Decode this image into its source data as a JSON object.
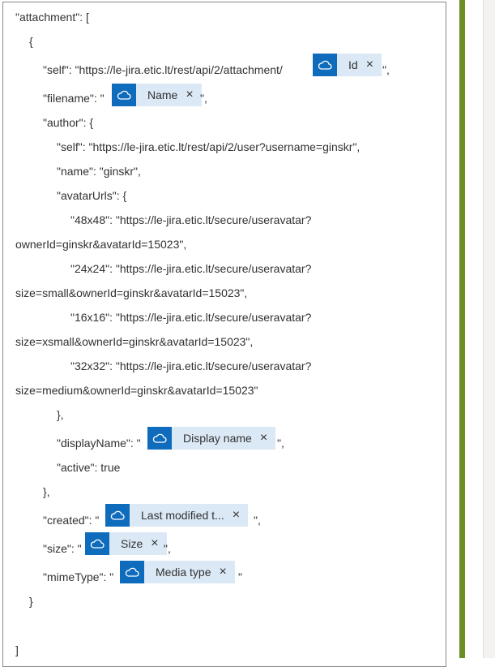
{
  "lines": {
    "l1": "\"attachment\": [",
    "l2": "{",
    "l3a": "\"self\": \"https://le-jira.etic.lt/rest/api/2/attachment/",
    "l3b": "\",",
    "l4a": "\"filename\": \"",
    "l4b": "\",",
    "l5": "\"author\": {",
    "l6": "\"self\": \"https://le-jira.etic.lt/rest/api/2/user?username=ginskr\",",
    "l7": "\"name\": \"ginskr\",",
    "l8": "\"avatarUrls\": {",
    "l9": "\"48x48\": \"https://le-jira.etic.lt/secure/useravatar?",
    "l10": "ownerId=ginskr&avatarId=15023\",",
    "l11": "\"24x24\": \"https://le-jira.etic.lt/secure/useravatar?",
    "l12": "size=small&ownerId=ginskr&avatarId=15023\",",
    "l13": "\"16x16\": \"https://le-jira.etic.lt/secure/useravatar?",
    "l14": "size=xsmall&ownerId=ginskr&avatarId=15023\",",
    "l15": "\"32x32\": \"https://le-jira.etic.lt/secure/useravatar?",
    "l16": "size=medium&ownerId=ginskr&avatarId=15023\"",
    "l17": "},",
    "l18a": "\"displayName\": \"",
    "l18b": "\",",
    "l19": "\"active\": true",
    "l20": "},",
    "l21a": "\"created\": \"",
    "l21b": "\",",
    "l22a": "\"size\": \"",
    "l22b": "\",",
    "l23a": "\"mimeType\": \"",
    "l23b": "\"",
    "l24": "}",
    "l25": "]"
  },
  "tokens": {
    "id": {
      "label": "Id",
      "icon": "onedrive-cloud-icon"
    },
    "name": {
      "label": "Name",
      "icon": "onedrive-cloud-icon"
    },
    "display_name": {
      "label": "Display name",
      "icon": "onedrive-cloud-icon"
    },
    "last_modified": {
      "label": "Last modified t...",
      "icon": "onedrive-cloud-icon"
    },
    "size": {
      "label": "Size",
      "icon": "onedrive-cloud-icon"
    },
    "media_type": {
      "label": "Media type",
      "icon": "onedrive-cloud-icon"
    }
  },
  "close_glyph": "×",
  "colors": {
    "token_bg": "#dbe9f6",
    "token_icon_bg": "#0f6cbd",
    "rail": "#6b8e23"
  }
}
